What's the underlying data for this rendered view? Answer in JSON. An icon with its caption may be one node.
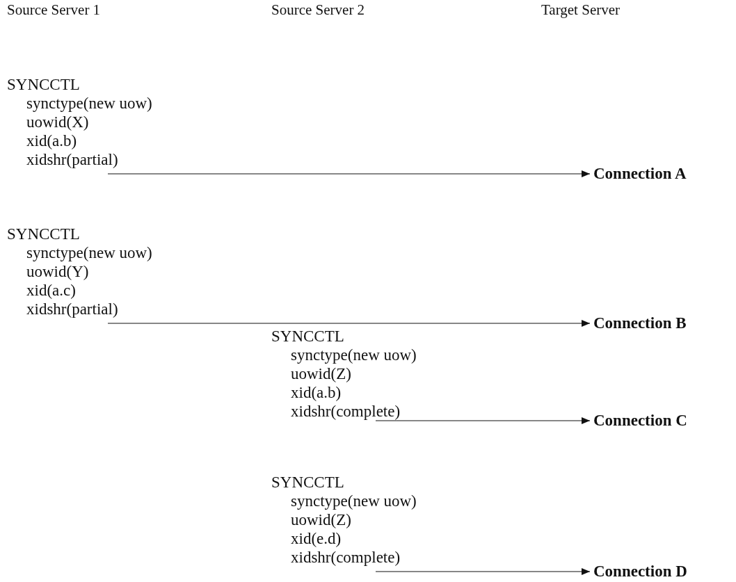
{
  "diagram": {
    "nodes": [
      {
        "text": [
          "SYNCCTL",
          "synctype(new uow)",
          "uowid(X)",
          "xid(a.b)",
          "xidshr(partial)"
        ]
      },
      {
        "text": [
          "Connection A"
        ]
      },
      {
        "text": [
          "SYNCCTL",
          "synctype(new uow)",
          "uowid(Y)",
          "xid(a.c)",
          "xidshr(partial)"
        ]
      },
      {
        "text": [
          "Connection B"
        ]
      },
      {
        "text": [
          "SYNCCTL",
          "synctype(new uow)",
          "uowid(Z)",
          "xid(a.b)",
          "xidshr(complete)"
        ]
      },
      {
        "text": [
          "Connection C"
        ]
      },
      {
        "text": [
          "SYNCCTL",
          "synctype(new uow)",
          "uowid(Z)",
          "xid(e.d)",
          "xidshr(complete)"
        ]
      },
      {
        "text": [
          "Connection D"
        ]
      }
    ],
    "edges": [
      {
        "from": 0,
        "to": 1,
        "arrow": "to"
      },
      {
        "from": 2,
        "to": 3,
        "arrow": "to"
      },
      {
        "from": 4,
        "to": 5,
        "arrow": "to"
      },
      {
        "from": 6,
        "to": 7,
        "arrow": "to"
      }
    ],
    "labels": [
      "Source Server 1",
      "Source Server 2",
      "Target Server"
    ]
  }
}
